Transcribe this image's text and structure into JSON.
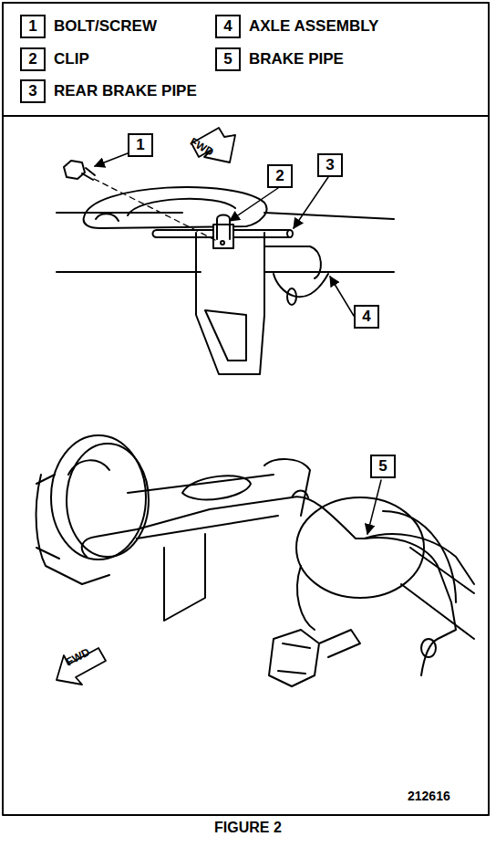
{
  "diagram": {
    "caption": "FIGURE 2",
    "nodes": [
      {
        "text": [
          "1",
          "BOLT/SCREW"
        ]
      },
      {
        "text": [
          "2",
          "CLIP"
        ]
      },
      {
        "text": [
          "3",
          "REAR BRAKE PIPE"
        ]
      },
      {
        "text": [
          "4",
          "AXLE ASSEMBLY"
        ]
      },
      {
        "text": [
          "5",
          "BRAKE PIPE"
        ]
      },
      {
        "text": [
          "1"
        ]
      },
      {
        "text": [
          "2"
        ]
      },
      {
        "text": [
          "3"
        ]
      },
      {
        "text": [
          "4"
        ]
      },
      {
        "text": [
          "5"
        ]
      }
    ],
    "labels": [
      "FWD",
      "FWD",
      "212616"
    ]
  }
}
